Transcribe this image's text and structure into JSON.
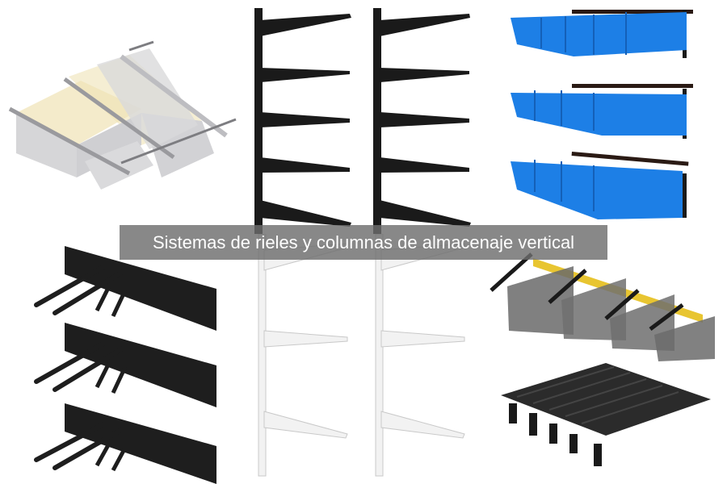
{
  "caption": {
    "text": "Sistemas de rieles y columnas de almacenaje vertical",
    "background": "#6e6e6e",
    "text_color": "#ffffff"
  },
  "panels": [
    {
      "id": "overhead-ceiling-rack",
      "description": "Ceiling-mounted rail rack holding translucent bins",
      "colors": {
        "bin": "#d8d8da",
        "rail": "#a9a9ad",
        "lid": "#efe2b5"
      }
    },
    {
      "id": "black-rail-shelf-brackets",
      "description": "Two black upright rails with five black shelf brackets each",
      "bracket_count": 5,
      "rail_count": 2,
      "color": "#1a1a1a"
    },
    {
      "id": "blue-bin-wall-rails",
      "description": "Three wall rails each holding blue stackable bins",
      "rows": 3,
      "bins_per_row": [
        5,
        4,
        4
      ],
      "color": "#1d7fe6"
    },
    {
      "id": "black-wall-hook-rails",
      "description": "Three black wall rails with utility hooks",
      "rows": 3,
      "color": "#1e1e1e"
    },
    {
      "id": "white-rail-shelf-brackets",
      "description": "Two white upright rails with white shelf brackets",
      "bracket_count": 3,
      "rail_count": 2,
      "color": "#f2f2f2"
    },
    {
      "id": "overhead-bin-slides-and-deck",
      "description": "Overhead bin slide rails with gray bins and a black slatted deck",
      "bins": 4,
      "colors": {
        "bin": "#6a6a6a",
        "lid": "#e8c531",
        "deck": "#2b2b2b"
      }
    }
  ]
}
